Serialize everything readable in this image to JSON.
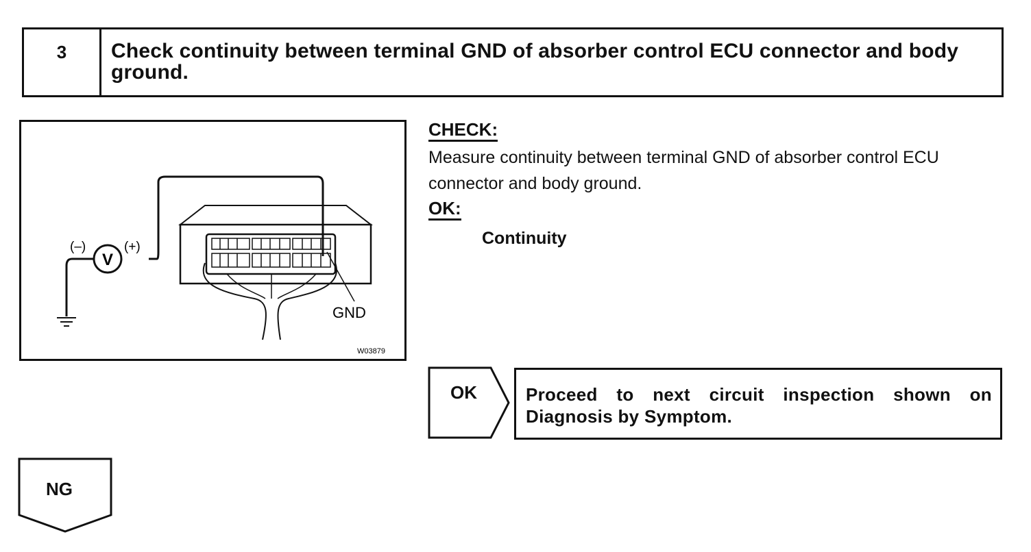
{
  "step": {
    "number": "3",
    "title": "Check continuity between terminal GND of absorber control ECU connector and body ground."
  },
  "figure": {
    "minus_label": "(–)",
    "plus_label": "(+)",
    "meter_symbol": "V",
    "terminal_label": "GND",
    "figure_code": "W03879"
  },
  "check": {
    "heading": "CHECK:",
    "text": "Measure continuity between terminal GND of absorber control ECU connector and body ground.",
    "ok_heading": "OK:",
    "ok_value": "Continuity"
  },
  "flow": {
    "ok_label": "OK",
    "ok_action": "Proceed to next circuit inspection shown on Diagnosis by Symptom.",
    "ng_label": "NG"
  }
}
